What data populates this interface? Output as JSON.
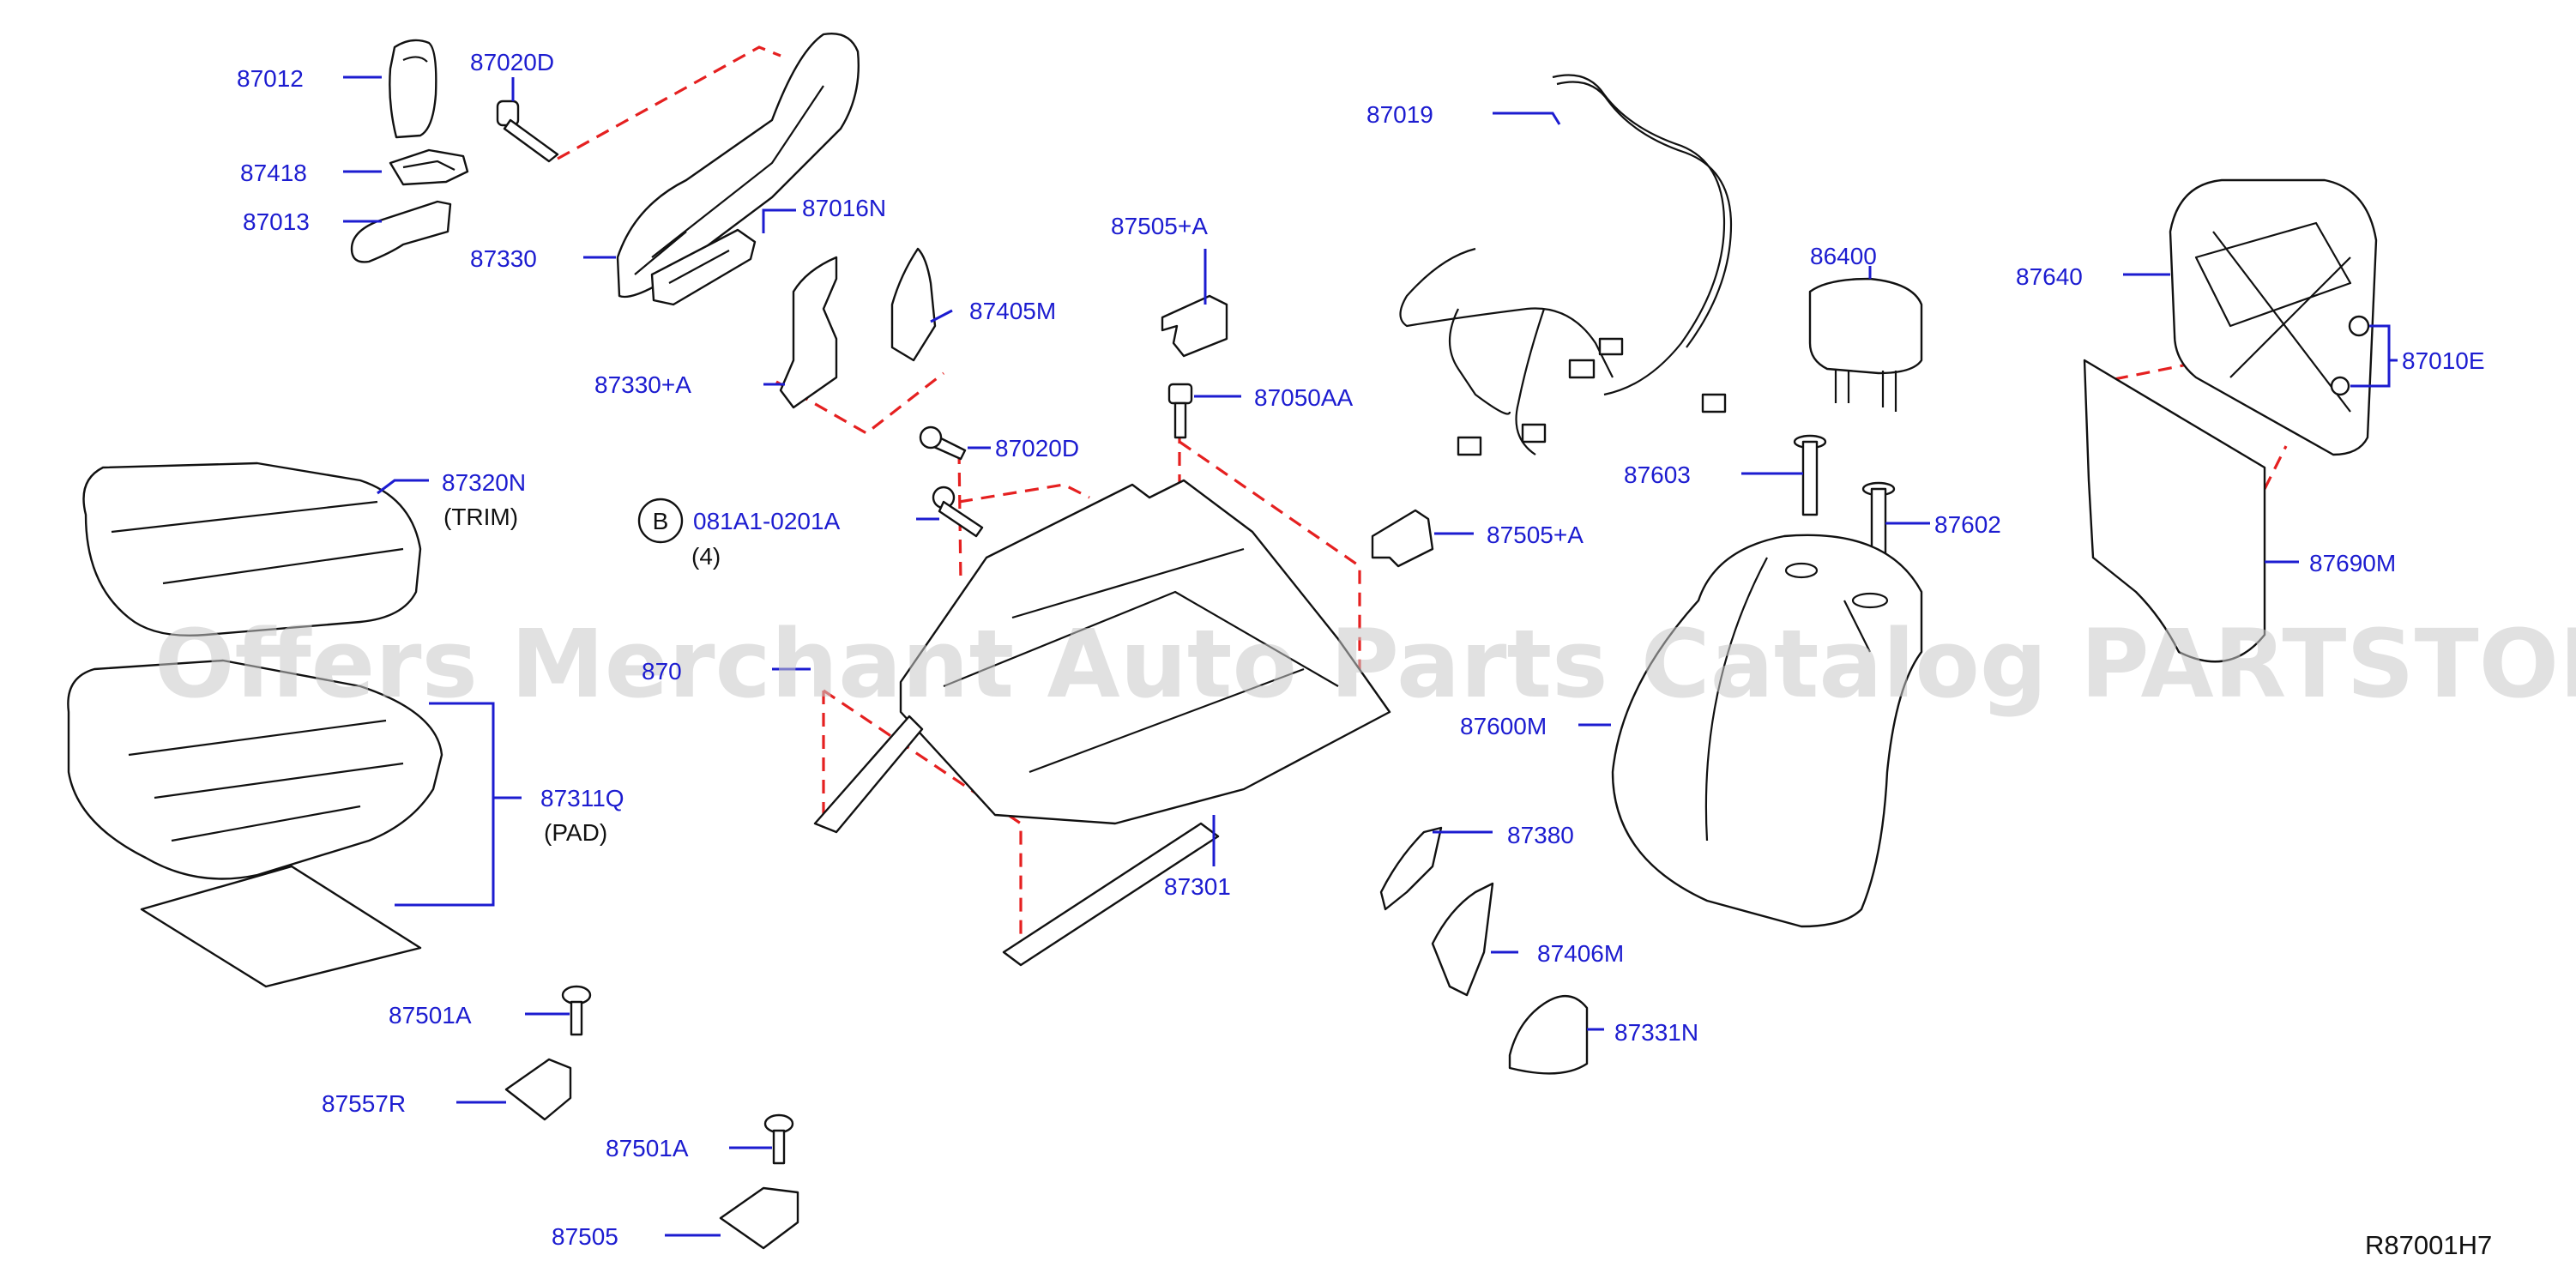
{
  "labels": {
    "p87012": "87012",
    "p87418": "87418",
    "p87013": "87013",
    "p87020D_a": "87020D",
    "p87330": "87330",
    "p87016N": "87016N",
    "p87330A": "87330+A",
    "p87405M": "87405M",
    "p87020D_b": "87020D",
    "p87505A_a": "87505+A",
    "p87050AA": "87050AA",
    "p87505A_b": "87505+A",
    "p87019": "87019",
    "p86400": "86400",
    "p87603": "87603",
    "p87602": "87602",
    "p87640": "87640",
    "p87010E": "87010E",
    "p87690M": "87690M",
    "p87600M": "87600M",
    "p87320N": "87320N",
    "p87320N_note": "(TRIM)",
    "p87311Q": "87311Q",
    "p87311Q_note": "(PAD)",
    "p870xx": "870",
    "p87301": "87301",
    "p87380": "87380",
    "p87406M": "87406M",
    "p87331N": "87331N",
    "p87501A_a": "87501A",
    "p87557R": "87557R",
    "p87501A_b": "87501A",
    "p87505": "87505",
    "bolt_circle": "B",
    "bolt_code": "081A1-0201A",
    "bolt_qty": "(4)"
  },
  "watermark": "Offers Merchant Auto Parts Catalog PARTSTORE.SA",
  "diagram_code": "R87001H7",
  "colors": {
    "label": "#1c1cd0",
    "leader": "#1c1cd0",
    "dashed_guide": "#e52020",
    "outline": "#111111",
    "watermark": "#c8c8c8"
  }
}
